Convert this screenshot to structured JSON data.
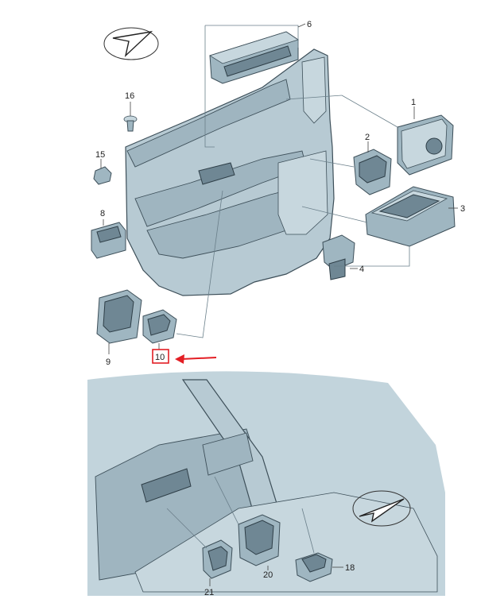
{
  "callouts": {
    "c1": "1",
    "c2": "2",
    "c3": "3",
    "c4": "4",
    "c6": "6",
    "c8": "8",
    "c9": "9",
    "c10": "10",
    "c15": "15",
    "c16": "16",
    "c18": "18",
    "c20": "20",
    "c21": "21"
  },
  "colors": {
    "highlight_box": "#e31e24",
    "arrow": "#e31e24",
    "part_fill": "#9fb6c1",
    "outline": "#3d4f59"
  },
  "icons": {
    "compass_top": "compass-arrow-icon",
    "compass_bottom": "compass-arrow-icon"
  },
  "highlighted_part": "10"
}
